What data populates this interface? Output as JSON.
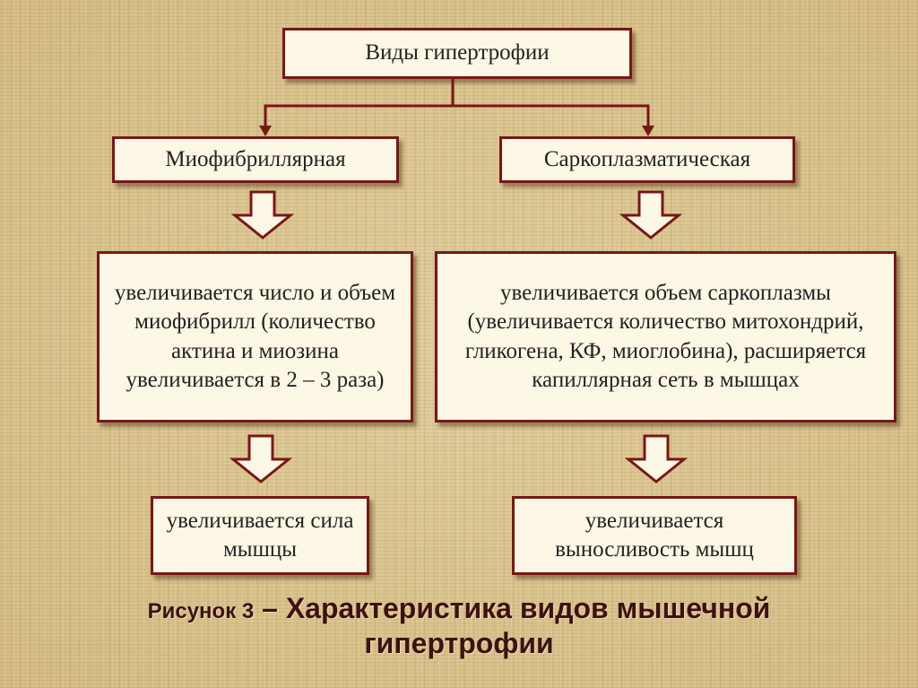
{
  "diagram": {
    "root": "Виды гипертрофии",
    "left": {
      "title": "Миофибриллярная",
      "effect": "увеличивается число и объем миофибрилл (количество актина и миозина увеличивается в 2 – 3 раза)",
      "result": "увеличивается сила мышцы"
    },
    "right": {
      "title": "Саркоплазматическая",
      "effect": "увеличивается объем саркоплазмы (увеличивается количество митохондрий, гликогена, КФ, миоглобина), расширяется капиллярная сеть в мышцах",
      "result": "увеличивается выносливость мышц"
    }
  },
  "caption": {
    "label": "Рисунок 3",
    "line1": "– Характеристика видов мышечной",
    "line2": "гипертрофии"
  }
}
